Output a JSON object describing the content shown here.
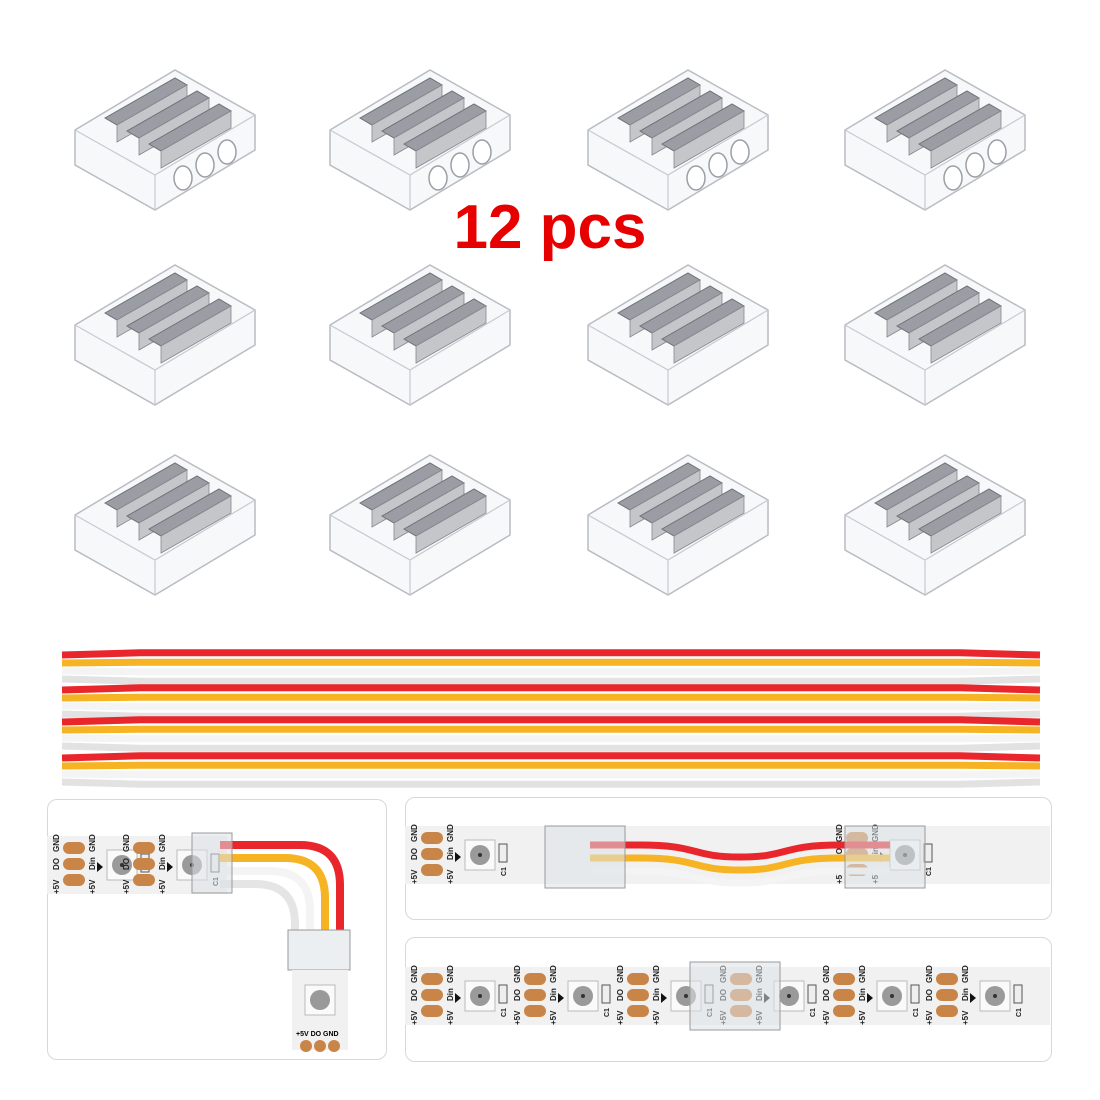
{
  "quantity_label": "12 pcs",
  "colors": {
    "quantity_text": "#e60000",
    "wire_red": "#e8262b",
    "wire_yellow": "#f6b323",
    "wire_white": "#f4f4f4",
    "pad": "#c98548",
    "strip": "#f1f1f1"
  },
  "connectors": {
    "rows": 3,
    "columns": 4,
    "icon": "clear-3pin-strip-connector"
  },
  "wires": {
    "count": 4,
    "conductors": [
      "red",
      "yellow",
      "white"
    ]
  },
  "strip_labels": {
    "power": "+5V",
    "data_out": "DO",
    "data_in": "Din",
    "ground": "GND",
    "capacitor": "C1"
  },
  "panels": [
    {
      "name": "l-shape-corner-connection"
    },
    {
      "name": "wire-jumper-connection"
    },
    {
      "name": "gapless-straight-connection"
    }
  ]
}
